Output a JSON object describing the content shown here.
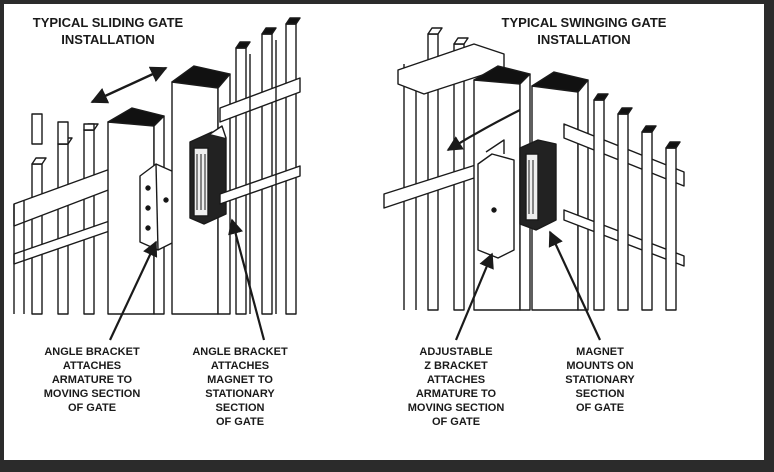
{
  "sliding": {
    "title": "TYPICAL SLIDING GATE\nINSTALLATION",
    "label_left": "ANGLE BRACKET\nATTACHES\nARMATURE TO\nMOVING SECTION\nOF GATE",
    "label_right": "ANGLE BRACKET\nATTACHES\nMAGNET TO\nSTATIONARY\nSECTION\nOF GATE"
  },
  "swinging": {
    "title": "TYPICAL SWINGING GATE\nINSTALLATION",
    "label_left": "ADJUSTABLE\nZ BRACKET\nATTACHES\nARMATURE TO\nMOVING SECTION\nOF GATE",
    "label_right": "MAGNET\nMOUNTS ON\nSTATIONARY\nSECTION\nOF GATE"
  }
}
